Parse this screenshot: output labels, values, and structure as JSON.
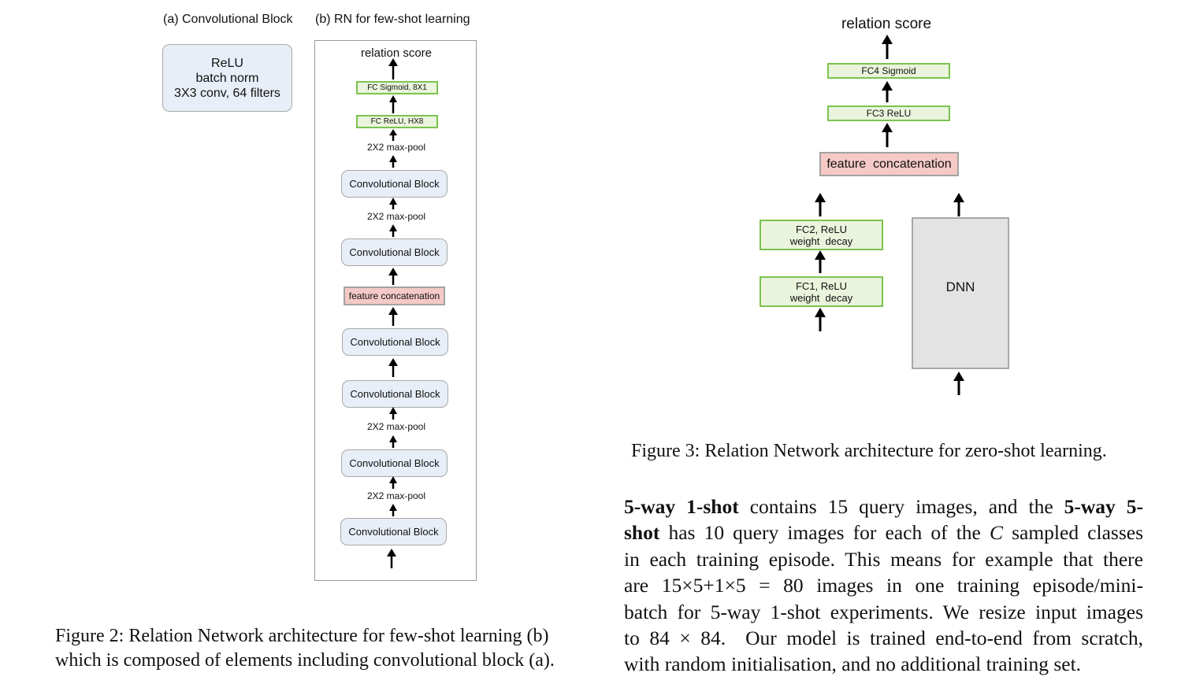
{
  "figure2": {
    "panel_a_title": "(a) Convolutional Block",
    "panel_b_title": "(b) RN for few-shot learning",
    "block_lines": [
      "ReLU",
      "batch norm",
      "3X3 conv, 64 filters"
    ],
    "relation_score": "relation score",
    "fc_sigmoid": "FC Sigmoid,  8X1",
    "fc_relu": "FC ReLU,  HX8",
    "maxpool": "2X2 max-pool",
    "conv_block": "Convolutional Block",
    "feature_concat": "feature concatenation",
    "caption": "Figure 2: Relation Network architecture for few-shot learning (b) which is composed of elements including convolutional block (a)."
  },
  "figure3": {
    "relation_score": "relation score",
    "fc4": "FC4 Sigmoid",
    "fc3": "FC3 ReLU",
    "feature_concat": "feature  concatenation",
    "fc2_line1": "FC2, ReLU",
    "fc2_line2": "weight  decay",
    "fc1_line1": "FC1, ReLU",
    "fc1_line2": "weight  decay",
    "dnn": "DNN",
    "caption": "Figure 3: Relation Network architecture for zero-shot learning."
  },
  "paragraph": {
    "b1": "5-way 1-shot",
    "t1": " contains 15 query images, and the ",
    "b2": "5-way 5-",
    "b3": "shot",
    "t2": " has 10 query images for each of the ",
    "var": "C",
    "t3": " sampled classes",
    "line3": "in each training episode. This means for example that there",
    "line4": "are 15×5+1×5 = 80 images in one training episode/mini-",
    "line5": "batch for 5-way 1-shot experiments. We resize input images",
    "line6": "to 84 × 84.  Our model is trained end-to-end from scratch,",
    "line7": "with random initialisation, and no additional training set."
  }
}
